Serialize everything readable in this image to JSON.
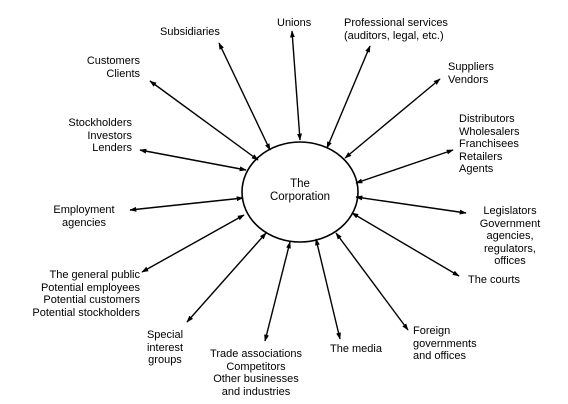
{
  "center": {
    "lines": [
      "The",
      "Corporation"
    ]
  },
  "stakeholders": [
    {
      "id": "subsidiaries",
      "lines": [
        "Subsidiaries"
      ]
    },
    {
      "id": "unions",
      "lines": [
        "Unions"
      ]
    },
    {
      "id": "professional-services",
      "lines": [
        "Professional services",
        "(auditors, legal, etc.)"
      ]
    },
    {
      "id": "customers",
      "lines": [
        "Customers",
        "Clients"
      ]
    },
    {
      "id": "suppliers",
      "lines": [
        "Suppliers",
        "Vendors"
      ]
    },
    {
      "id": "stockholders",
      "lines": [
        "Stockholders",
        "Investors",
        "Lenders"
      ]
    },
    {
      "id": "distributors",
      "lines": [
        "Distributors",
        "Wholesalers",
        "Franchisees",
        "Retailers",
        "Agents"
      ]
    },
    {
      "id": "employment-agencies",
      "lines": [
        "Employment",
        "agencies"
      ]
    },
    {
      "id": "legislators",
      "lines": [
        "Legislators",
        "Government",
        "agencies,",
        "regulators,",
        "offices"
      ]
    },
    {
      "id": "general-public",
      "lines": [
        "The general public",
        "Potential employees",
        "Potential customers",
        "Potential stockholders"
      ]
    },
    {
      "id": "courts",
      "lines": [
        "The courts"
      ]
    },
    {
      "id": "special-interest",
      "lines": [
        "Special",
        "interest",
        "groups"
      ]
    },
    {
      "id": "trade-associations",
      "lines": [
        "Trade associations",
        "Competitors",
        "Other businesses",
        "and industries"
      ]
    },
    {
      "id": "media",
      "lines": [
        "The media"
      ]
    },
    {
      "id": "foreign-governments",
      "lines": [
        "Foreign",
        "governments",
        "and offices"
      ]
    }
  ],
  "colors": {
    "ink": "#000000",
    "background": "#ffffff"
  }
}
